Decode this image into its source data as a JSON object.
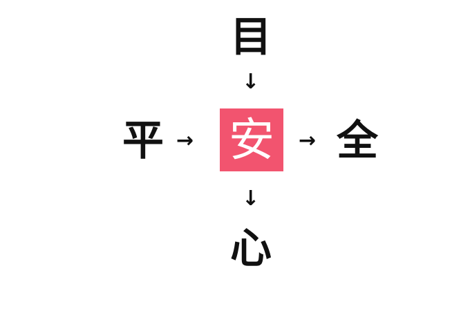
{
  "puzzle": {
    "top": "目",
    "left": "平",
    "right": "全",
    "bottom": "心",
    "center": "安",
    "arrow_down": "↓",
    "arrow_right": "→"
  },
  "colors": {
    "accent": "#f2546f",
    "text": "#111111",
    "background": "#ffffff"
  }
}
